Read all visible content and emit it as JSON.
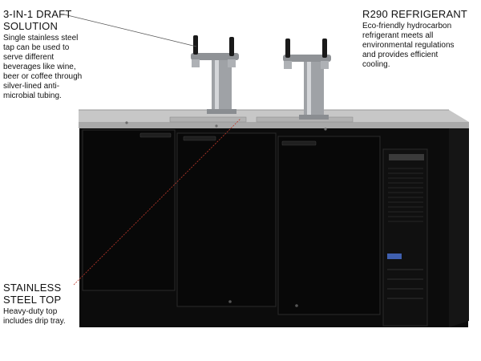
{
  "callouts": {
    "draft": {
      "title_line1": "3-IN-1 DRAFT",
      "title_line2": "SOLUTION",
      "body_lines": [
        "Single stainless steel",
        "tap can be used to",
        "serve different",
        "beverages like wine,",
        "beer or coffee through",
        "silver-lined anti-",
        "microbial tubing."
      ]
    },
    "refrigerant": {
      "title": "R290 REFRIGERANT",
      "body_lines": [
        "Eco-friendly hydrocarbon",
        "refrigerant  meets all",
        "environmental regulations",
        "and provides efficient",
        "cooling."
      ]
    },
    "top": {
      "title_line1": "STAINLESS",
      "title_line2": "STEEL TOP",
      "body_lines": [
        "Heavy-duty top",
        "includes drip tray."
      ]
    }
  },
  "colors": {
    "cabinet": "#0c0c0c",
    "countertop": "#c9c9c9",
    "leader_line": "#c0392b",
    "text": "#111111"
  }
}
